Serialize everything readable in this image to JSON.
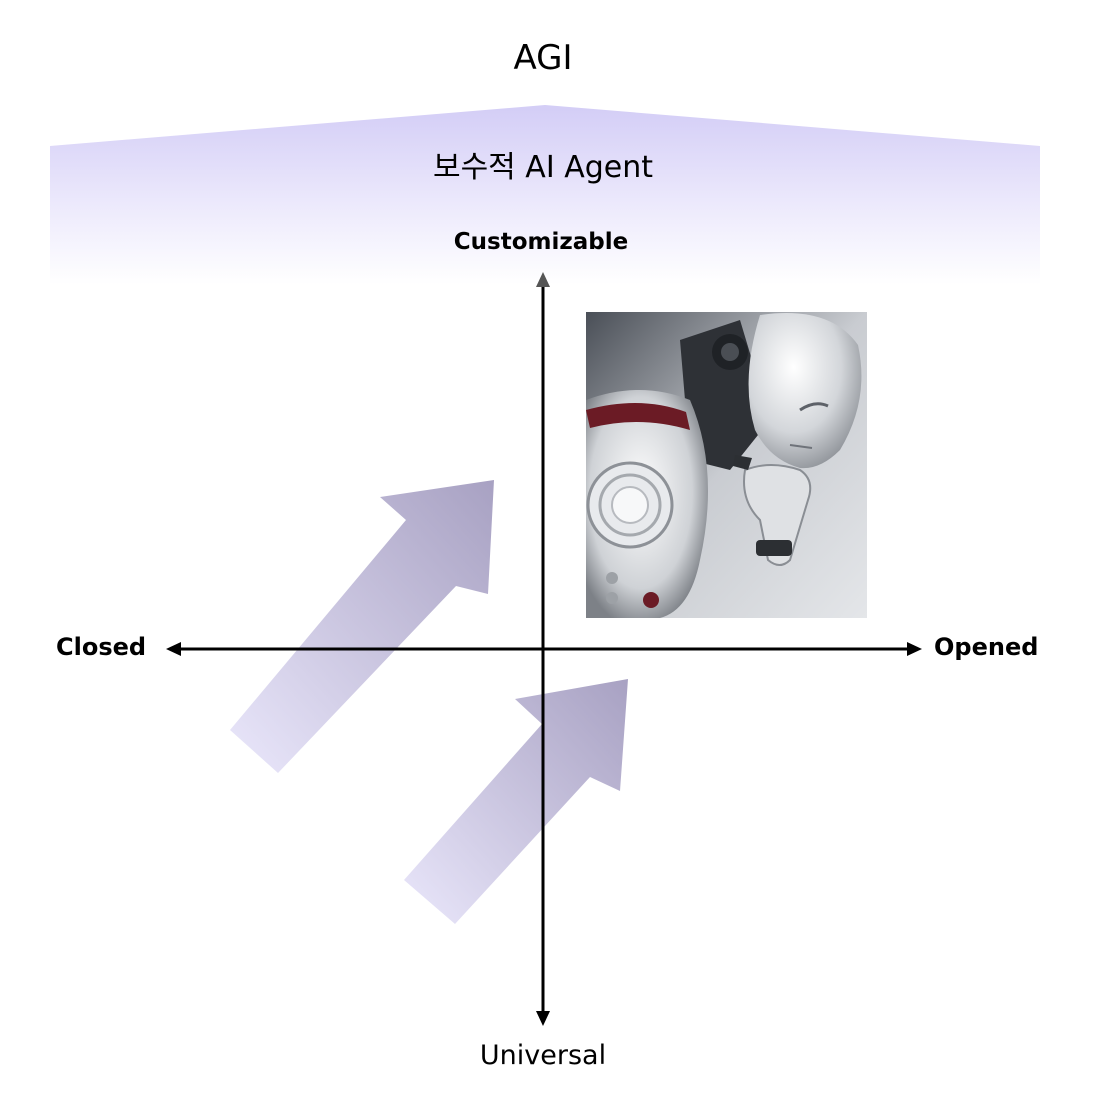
{
  "title": "AGI",
  "band": {
    "label": "보수적 AI Agent"
  },
  "axes": {
    "top": "Customizable",
    "bottom": "Universal",
    "left": "Closed",
    "right": "Opened"
  },
  "colors": {
    "band": "#d9d4f7",
    "arrow_light": "#e6e2fb",
    "arrow_dark": "#a79fc2",
    "axis": "#000000"
  },
  "image": {
    "icon": "robot-thinker-icon"
  }
}
